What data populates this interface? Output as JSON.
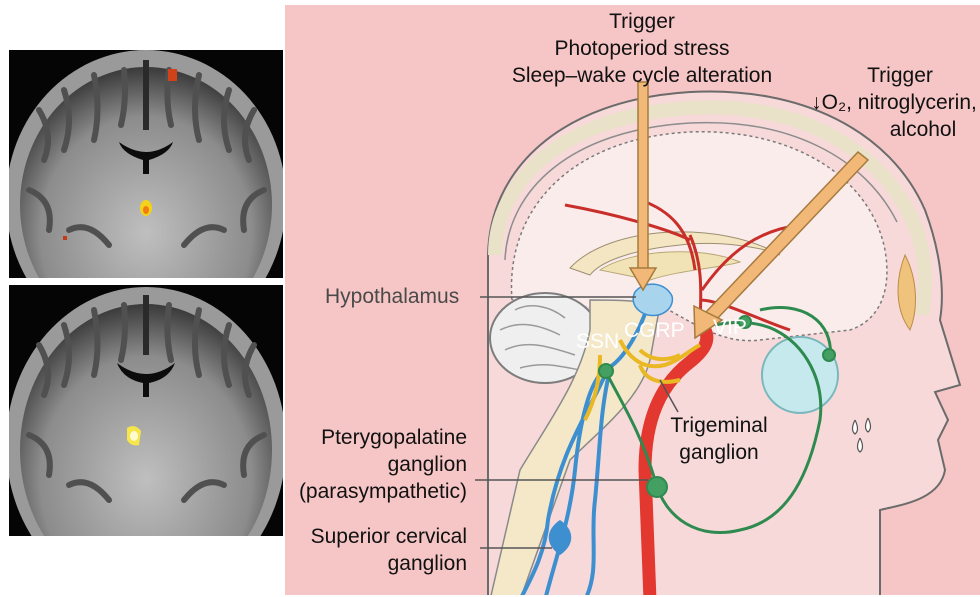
{
  "figure": {
    "trigger_top": {
      "heading": "Trigger",
      "line1": "Photoperiod stress",
      "line2": "Sleep–wake cycle alteration"
    },
    "trigger_right": {
      "heading": "Trigger",
      "line1": "↓O₂, nitroglycerin,",
      "line2": "alcohol"
    },
    "labels": {
      "hypothalamus": "Hypothalamus",
      "ssn": "SSN",
      "cgrp": "CGRP",
      "vip": "VIP",
      "trigeminal_line1": "Trigeminal",
      "trigeminal_line2": "ganglion",
      "pterygo_line1": "Pterygopalatine",
      "pterygo_line2": "ganglion",
      "pterygo_line3": "(parasympathetic)",
      "scg_line1": "Superior cervical",
      "scg_line2": "ganglion"
    }
  },
  "colors": {
    "panel_bg": "#f6c6c6",
    "arrow": "#f2b877",
    "artery": "#e2382f",
    "nerve_blue": "#3d8fd0",
    "nerve_green": "#2e8a4e",
    "nerve_yellow": "#e9b824",
    "brain": "#fbe9e9",
    "hypothalamus_blob": "#a9d4ee",
    "mri_activation": "#f5d21a"
  }
}
